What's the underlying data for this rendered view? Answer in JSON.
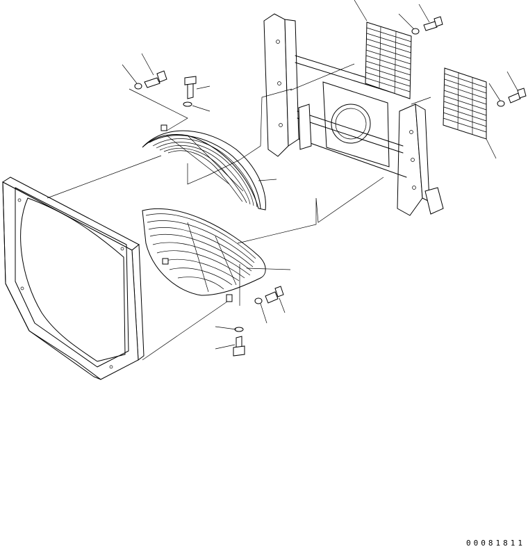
{
  "drawing": {
    "document_number": "00081811",
    "parts": [
      {
        "name": "fan-shroud"
      },
      {
        "name": "upper-fan-guard"
      },
      {
        "name": "lower-fan-guard"
      },
      {
        "name": "radiator-frame"
      },
      {
        "name": "left-grille-screen"
      },
      {
        "name": "right-grille-screen"
      },
      {
        "name": "bolt"
      },
      {
        "name": "washer"
      }
    ]
  }
}
